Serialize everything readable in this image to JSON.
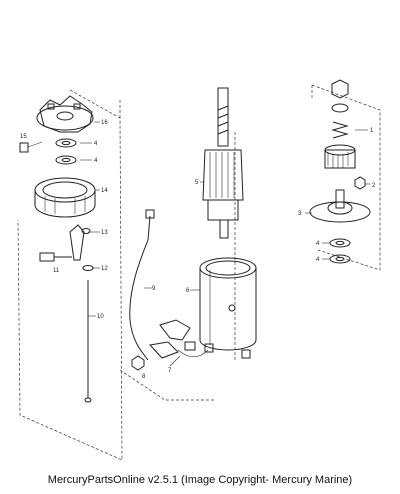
{
  "footer": {
    "text": "MercuryPartsOnline v2.5.1 (Image Copyright- Mercury Marine)"
  },
  "callouts": {
    "c1": "1",
    "c2": "2",
    "c3": "3",
    "c4a": "4",
    "c4b": "4",
    "c4c": "4",
    "c4d": "4",
    "c5": "5",
    "c6": "6",
    "c7": "7",
    "c8": "8",
    "c9": "9",
    "c10": "10",
    "c11": "11",
    "c12": "12",
    "c13": "13",
    "c14": "14",
    "c15": "15",
    "c16": "16"
  }
}
